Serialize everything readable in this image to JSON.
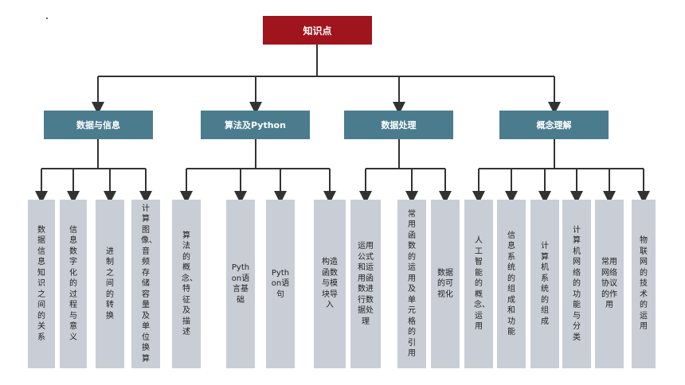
{
  "root": "知识点",
  "categories": [
    {
      "label": "数据与信息",
      "children": [
        "数据信息知识之间的关系",
        "信息数字化的过程与意义",
        "进制之间的转换",
        "计算图像、音频存储容量及单位换算"
      ]
    },
    {
      "label": "算法及Python",
      "children": [
        "算法的概念、特征及描述",
        "Python语言基础",
        "Python语句",
        "构造函数与模块导入"
      ]
    },
    {
      "label": "数据处理",
      "children": [
        "运用公式和运用函数进行数据处理",
        "常用函数的运用及单元格的引用",
        "数据的可视化"
      ]
    },
    {
      "label": "概念理解",
      "children": [
        "人工智能的概念、运用",
        "信息系统的组成和功能",
        "计算机系统的组成",
        "计算机网络的功能与分类",
        "常用网络协议的作用",
        "物联网的技术的运用"
      ]
    }
  ]
}
